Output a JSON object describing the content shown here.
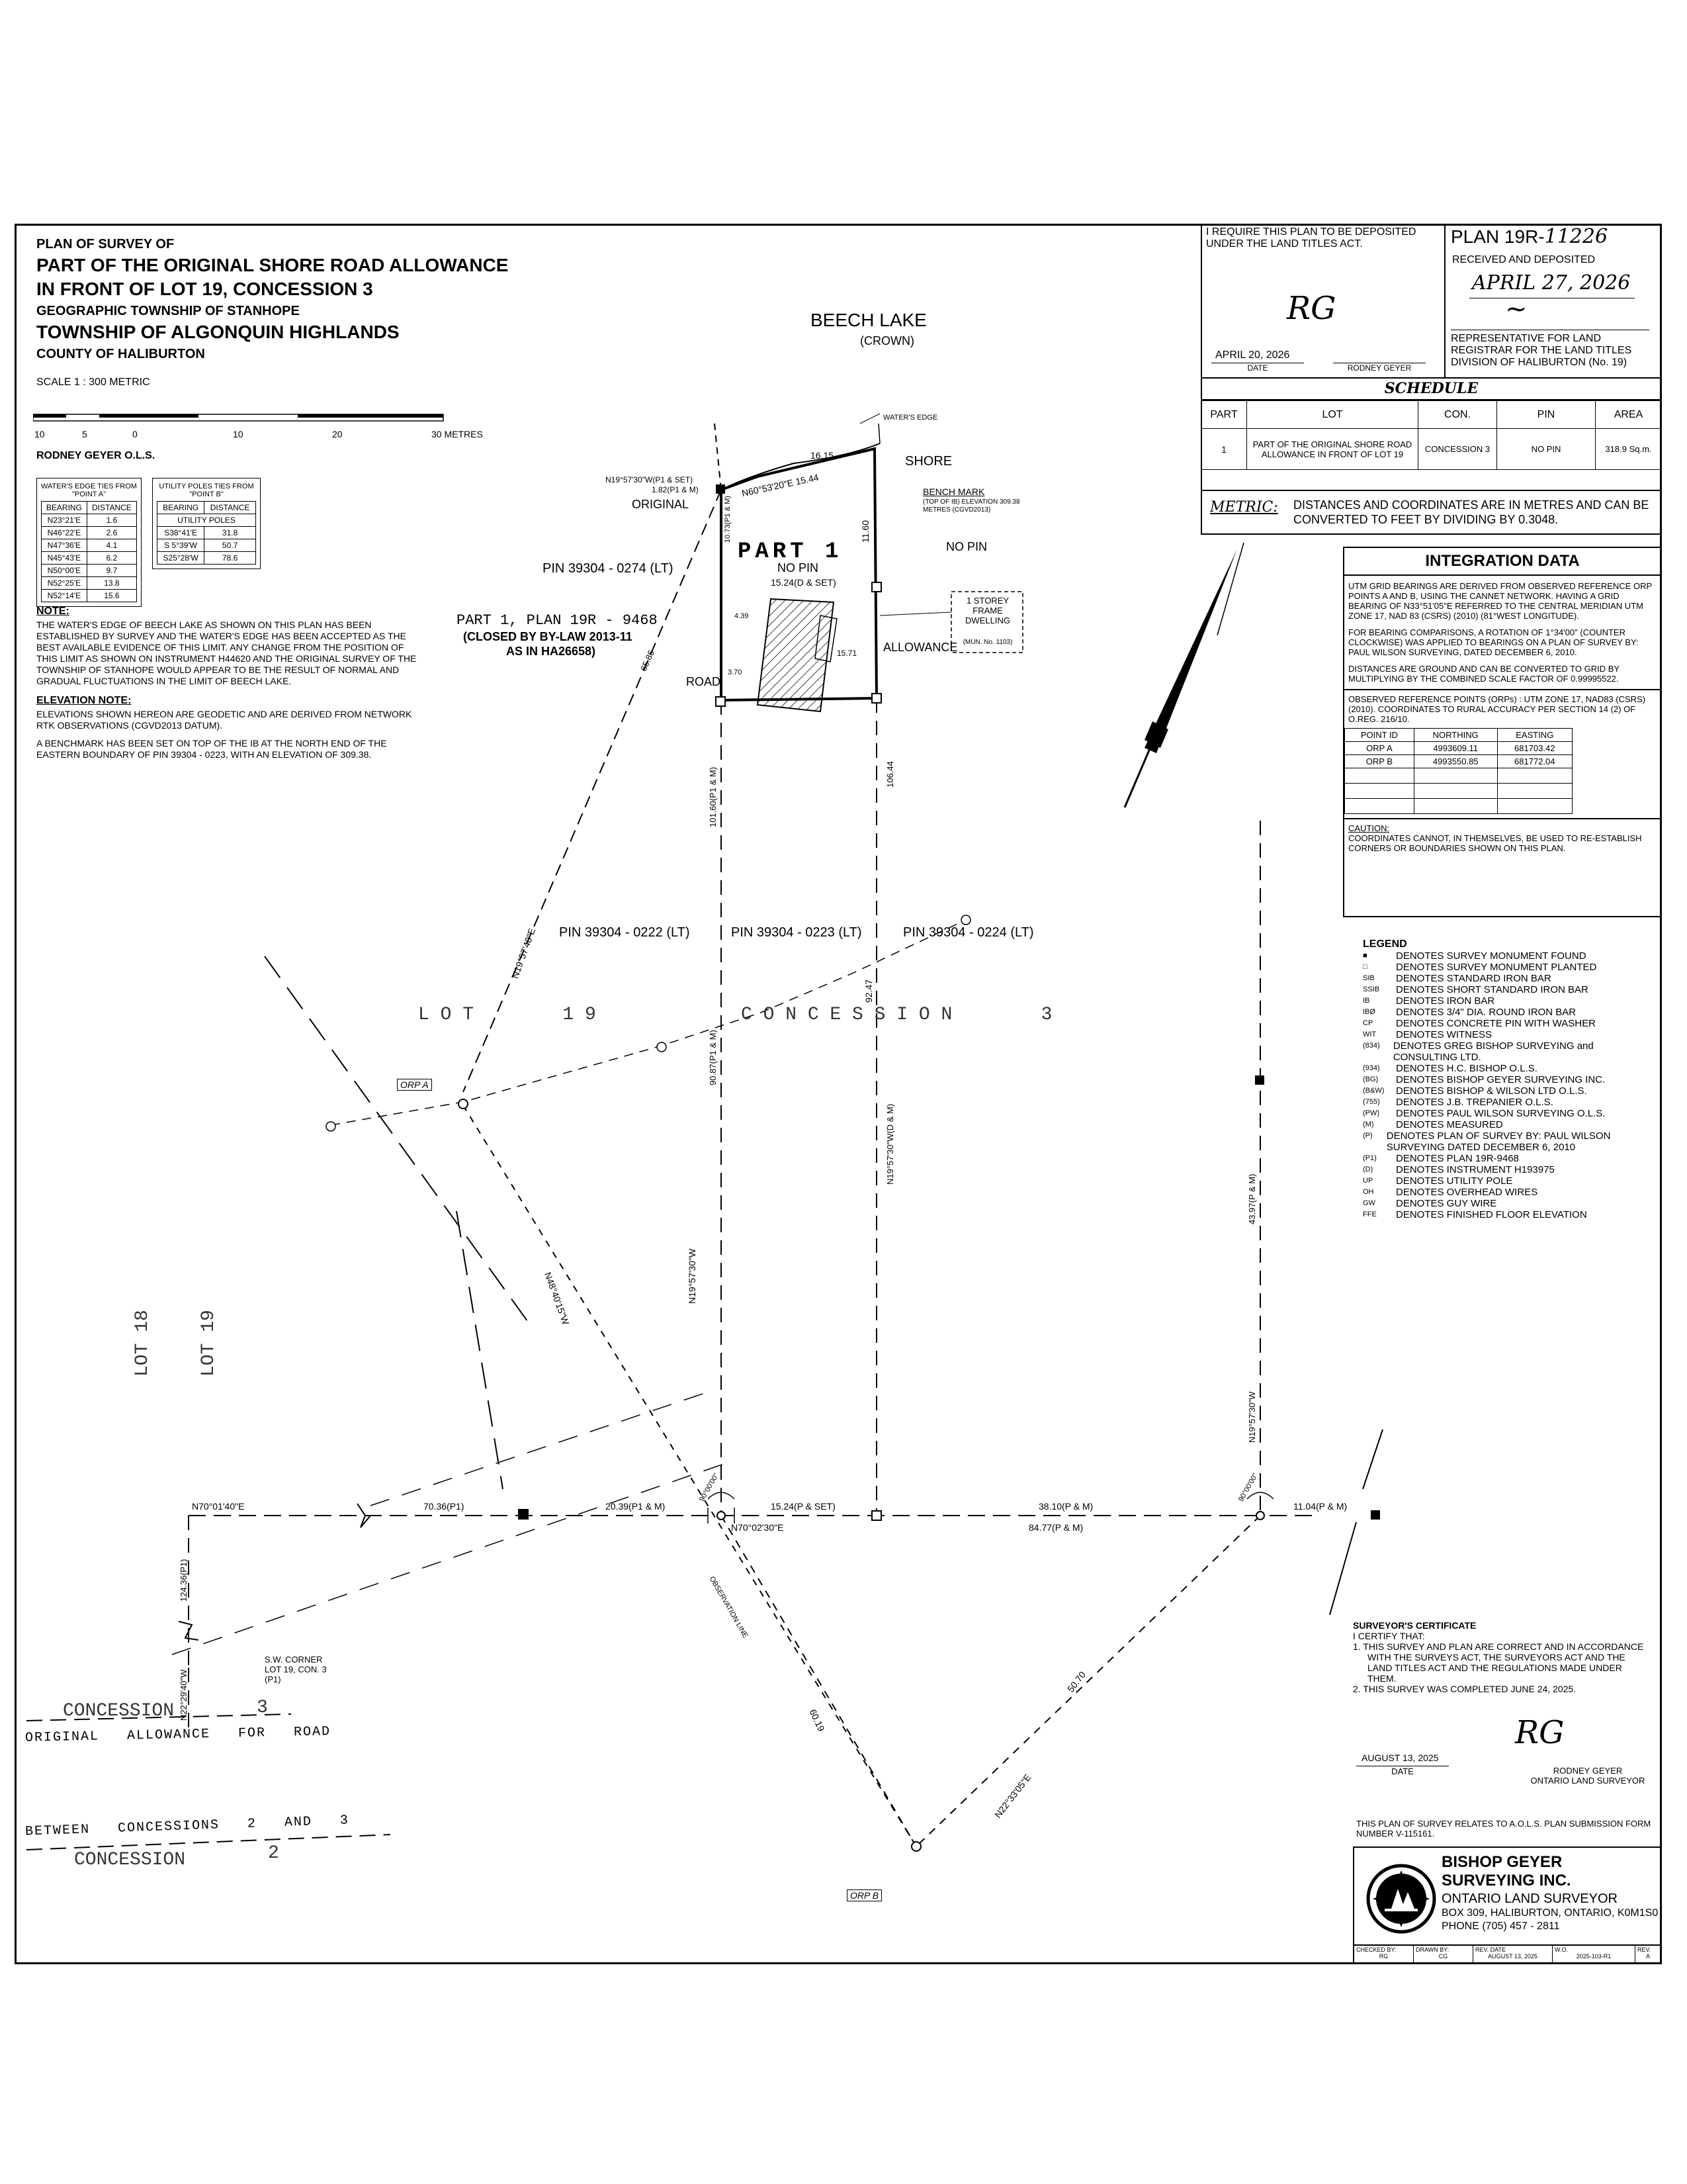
{
  "title_block": {
    "line1": "PLAN OF SURVEY OF",
    "line2": "PART OF THE ORIGINAL SHORE ROAD ALLOWANCE",
    "line3": "IN FRONT OF LOT 19, CONCESSION 3",
    "line4": "GEOGRAPHIC TOWNSHIP OF STANHOPE",
    "line5": "TOWNSHIP OF ALGONQUIN HIGHLANDS",
    "line6": "COUNTY OF HALIBURTON",
    "scale": "SCALE 1 : 300 METRIC",
    "scale_ticks": [
      "10",
      "5",
      "0",
      "10",
      "20",
      "30 METRES"
    ],
    "surveyor": "RODNEY GEYER O.L.S."
  },
  "ties_water": {
    "title": "WATER'S EDGE TIES FROM \"POINT A\"",
    "headers": [
      "BEARING",
      "DISTANCE"
    ],
    "rows": [
      [
        "N23°21'E",
        "1.6"
      ],
      [
        "N46°22'E",
        "2.6"
      ],
      [
        "N47°36'E",
        "4.1"
      ],
      [
        "N45°43'E",
        "6.2"
      ],
      [
        "N50°00'E",
        "9.7"
      ],
      [
        "N52°25'E",
        "13.8"
      ],
      [
        "N52°14'E",
        "15.6"
      ]
    ]
  },
  "ties_poles": {
    "title": "UTILITY POLES TIES FROM \"POINT B\"",
    "headers": [
      "BEARING",
      "DISTANCE"
    ],
    "sub": "UTILITY POLES",
    "rows": [
      [
        "S38°41'E",
        "31.8"
      ],
      [
        "S 5°39'W",
        "50.7"
      ],
      [
        "S25°28'W",
        "78.6"
      ]
    ]
  },
  "notes": {
    "note_title": "NOTE:",
    "note_text": "THE WATER'S EDGE OF BEECH LAKE AS SHOWN ON THIS PLAN HAS BEEN ESTABLISHED BY SURVEY AND THE WATER'S EDGE HAS BEEN ACCEPTED AS THE BEST AVAILABLE EVIDENCE OF THIS LIMIT. ANY CHANGE FROM THE POSITION OF THIS LIMIT AS SHOWN ON INSTRUMENT H44620 AND THE ORIGINAL SURVEY OF THE TOWNSHIP OF STANHOPE WOULD APPEAR TO BE THE RESULT OF NORMAL AND GRADUAL FLUCTUATIONS IN THE LIMIT OF BEECH LAKE.",
    "elev_title": "ELEVATION NOTE:",
    "elev_text1": "ELEVATIONS SHOWN HEREON ARE GEODETIC AND ARE DERIVED FROM NETWORK RTK OBSERVATIONS (CGVD2013 DATUM).",
    "elev_text2": "A BENCHMARK HAS BEEN SET ON TOP OF THE IB AT THE NORTH END OF THE EASTERN BOUNDARY OF PIN 39304 - 0223, WITH AN ELEVATION OF 309.38."
  },
  "deposit": {
    "require": "I REQUIRE THIS PLAN TO BE DEPOSITED UNDER THE LAND TITLES ACT.",
    "date": "APRIL 20, 2026",
    "date_label": "DATE",
    "name": "RODNEY GEYER",
    "plan_label": "PLAN 19R-",
    "plan_no": "11226",
    "received": "RECEIVED AND DEPOSITED",
    "received_date": "APRIL 27, 2026",
    "rep": "REPRESENTATIVE FOR LAND REGISTRAR FOR THE LAND TITLES DIVISION OF HALIBURTON (No. 19)"
  },
  "schedule": {
    "title": "SCHEDULE",
    "headers": [
      "PART",
      "LOT",
      "CON.",
      "PIN",
      "AREA"
    ],
    "row": [
      "1",
      "PART OF THE ORIGINAL SHORE ROAD ALLOWANCE IN FRONT OF LOT 19",
      "CONCESSION 3",
      "NO PIN",
      "318.9 Sq.m."
    ]
  },
  "metric": {
    "label": "METRIC:",
    "text": "DISTANCES AND COORDINATES ARE IN METRES AND CAN BE CONVERTED TO FEET BY DIVIDING BY 0.3048."
  },
  "integration": {
    "title": "INTEGRATION DATA",
    "p1": "UTM GRID BEARINGS ARE DERIVED FROM OBSERVED REFERENCE ORP POINTS A AND B, USING THE CANNET NETWORK. HAVING A GRID BEARING OF N33°51'05\"E REFERRED TO THE CENTRAL MERIDIAN UTM ZONE 17, NAD 83 (CSRS) (2010) (81°WEST LONGITUDE).",
    "p2": "FOR BEARING COMPARISONS, A ROTATION OF 1°34'00\" (COUNTER CLOCKWISE) WAS APPLIED TO BEARINGS ON A PLAN OF SURVEY BY: PAUL WILSON SURVEYING, DATED DECEMBER 6, 2010.",
    "p3": "DISTANCES ARE GROUND AND CAN BE CONVERTED TO GRID BY MULTIPLYING BY THE COMBINED SCALE FACTOR OF 0.99995522.",
    "p4": "OBSERVED REFERENCE POINTS (ORPs) : UTM ZONE 17, NAD83 (CSRS) (2010). COORDINATES TO RURAL ACCURACY PER SECTION 14 (2) OF O.REG. 216/10.",
    "headers": [
      "POINT ID",
      "NORTHING",
      "EASTING"
    ],
    "rows": [
      [
        "ORP A",
        "4993609.11",
        "681703.42"
      ],
      [
        "ORP B",
        "4993550.85",
        "681772.04"
      ]
    ],
    "caution_title": "CAUTION:",
    "caution": "COORDINATES CANNOT, IN THEMSELVES, BE USED TO RE-ESTABLISH CORNERS OR BOUNDARIES SHOWN ON THIS PLAN."
  },
  "legend": {
    "title": "LEGEND",
    "items": [
      {
        "sym": "■",
        "text": "DENOTES SURVEY MONUMENT FOUND"
      },
      {
        "sym": "□",
        "text": "DENOTES SURVEY MONUMENT PLANTED"
      },
      {
        "sym": "SIB",
        "text": "DENOTES STANDARD IRON BAR"
      },
      {
        "sym": "SSIB",
        "text": "DENOTES SHORT STANDARD IRON BAR"
      },
      {
        "sym": "IB",
        "text": "DENOTES IRON BAR"
      },
      {
        "sym": "IBØ",
        "text": "DENOTES 3/4\" DIA. ROUND IRON BAR"
      },
      {
        "sym": "CP",
        "text": "DENOTES CONCRETE PIN WITH WASHER"
      },
      {
        "sym": "WIT",
        "text": "DENOTES WITNESS"
      },
      {
        "sym": "(834)",
        "text": "DENOTES GREG BISHOP SURVEYING and CONSULTING LTD."
      },
      {
        "sym": "(934)",
        "text": "DENOTES H.C. BISHOP O.L.S."
      },
      {
        "sym": "(BG)",
        "text": "DENOTES BISHOP GEYER SURVEYING INC."
      },
      {
        "sym": "(B&W)",
        "text": "DENOTES BISHOP & WILSON LTD O.L.S."
      },
      {
        "sym": "(755)",
        "text": "DENOTES J.B. TREPANIER O.L.S."
      },
      {
        "sym": "(PW)",
        "text": "DENOTES PAUL WILSON SURVEYING O.L.S."
      },
      {
        "sym": "(M)",
        "text": "DENOTES MEASURED"
      },
      {
        "sym": "(P)",
        "text": "DENOTES PLAN OF SURVEY BY: PAUL WILSON SURVEYING DATED DECEMBER 6, 2010"
      },
      {
        "sym": "(P1)",
        "text": "DENOTES PLAN 19R-9468"
      },
      {
        "sym": "(D)",
        "text": "DENOTES INSTRUMENT H193975"
      },
      {
        "sym": "UP",
        "text": "DENOTES UTILITY POLE"
      },
      {
        "sym": "OH",
        "text": "DENOTES OVERHEAD WIRES"
      },
      {
        "sym": "GW",
        "text": "DENOTES GUY WIRE"
      },
      {
        "sym": "FFE",
        "text": "DENOTES FINISHED FLOOR ELEVATION"
      }
    ]
  },
  "certificate": {
    "title": "SURVEYOR'S CERTIFICATE",
    "intro": "I CERTIFY THAT:",
    "item1": "1.  THIS SURVEY AND PLAN ARE CORRECT AND IN ACCORDANCE WITH THE SURVEYS ACT, THE SURVEYORS ACT AND THE LAND TITLES ACT AND THE REGULATIONS MADE UNDER THEM.",
    "item2": "2.  THIS SURVEY WAS COMPLETED JUNE 24, 2025.",
    "date": "AUGUST 13, 2025",
    "date_label": "DATE",
    "name": "RODNEY GEYER",
    "title2": "ONTARIO LAND SURVEYOR",
    "aols": "THIS PLAN OF SURVEY RELATES TO A.O.L.S. PLAN SUBMISSION FORM NUMBER V-115161."
  },
  "firm": {
    "name1": "BISHOP GEYER",
    "name2": "SURVEYING INC.",
    "sub": "ONTARIO LAND SURVEYOR",
    "addr": "BOX 309, HALIBURTON, ONTARIO, K0M1S0",
    "phone": "PHONE (705) 457 - 2811",
    "fields": [
      {
        "label": "CHECKED BY:",
        "value": "RG"
      },
      {
        "label": "DRAWN BY:",
        "value": "CG"
      },
      {
        "label": "REV. DATE",
        "value": "AUGUST 13, 2025"
      },
      {
        "label": "W.O.",
        "value": "2025-103-R1"
      },
      {
        "label": "REV.",
        "value": "A"
      }
    ]
  },
  "map": {
    "lake": "BEECH LAKE",
    "lake_sub": "(CROWN)",
    "waters_edge": "WATER'S EDGE",
    "shore": "SHORE",
    "bench_mark": "BENCH MARK",
    "bench_sub": "(TOP OF IB) ELEVATION 309.38 METRES (CGVD2013)",
    "no_pin_ne": "NO PIN",
    "part1": "PART 1",
    "part1_pin": "NO PIN",
    "pin_0274": "PIN 39304 - 0274 (LT)",
    "part1_plan": "PART 1, PLAN 19R - 9468",
    "closed": "(CLOSED BY BY-LAW 2013-11",
    "as_in": "AS IN HA26658)",
    "dwelling": "1 STOREY FRAME DWELLING",
    "mun": "(MUN. No. 1103)",
    "allowance": "ALLOWANCE",
    "road": "ROAD",
    "original": "ORIGINAL",
    "pin_0222": "PIN 39304 - 0222 (LT)",
    "pin_0223": "PIN 39304 - 0223 (LT)",
    "pin_0224": "PIN 39304 - 0224 (LT)",
    "lot19": "L O T        1 9",
    "concession_3": "C O N C E S S I O N        3",
    "lot18": "LOT 18",
    "lot19v": "LOT 19",
    "orp_a": "ORP A",
    "orp_b": "ORP B",
    "sw_corner": "S.W. CORNER LOT 19, CON. 3 (P1)",
    "concession_label": "CONCESSION",
    "concession_num": "3",
    "orig_allow": "ORIGINAL   ALLOWANCE   FOR   ROAD",
    "between": "BETWEEN   CONCESSIONS   2   AND   3",
    "concession2": "CONCESSION",
    "concession2_num": "2",
    "observation": "OBSERVATION LINE",
    "dims": {
      "n19_1": "N19°57'30\"W(P1 & SET)",
      "d182": "1.82(P1 & M)",
      "d1615": "16.15",
      "n60": "N60°53'20\"E 15.44",
      "d1073": "10.73(P1 & M)",
      "d1524a": "15.24(D & SET)",
      "d1160": "11.60",
      "d439": "4.39",
      "d1571": "15.71",
      "d370": "3.70",
      "d6586": "65.86",
      "d10160": "101.60(P1 & M)",
      "d10644": "106.44",
      "n19_2": "N19°57'30\"W",
      "d9247": "92.47",
      "d9087": "90.87(P1 & M)",
      "n19_3": "N19°57'30\"W(D & M)",
      "d4397": "43.97(P & M)",
      "n19_4": "N19°57'30\"W",
      "n48": "N48°40'15\"W",
      "n70_1": "N70°01'40\"E",
      "d7036": "70.36(P1)",
      "d2039": "20.39(P1 & M)",
      "d1524b": "15.24(P & SET)",
      "n70_2": "N70°02'30\"E",
      "d3810": "38.10(P & M)",
      "d8477": "84.77(P & M)",
      "d1104": "11.04(P & M)",
      "d12436": "124.36(P1)",
      "n22": "N22°29'40\"W",
      "d6019": "60.19",
      "d5070": "50.70",
      "n22e": "N22°33'05\"E",
      "n19": "N19°57'40\"E",
      "d90_1": "90°00'00\"",
      "d90_2": "90°00'00\""
    }
  }
}
